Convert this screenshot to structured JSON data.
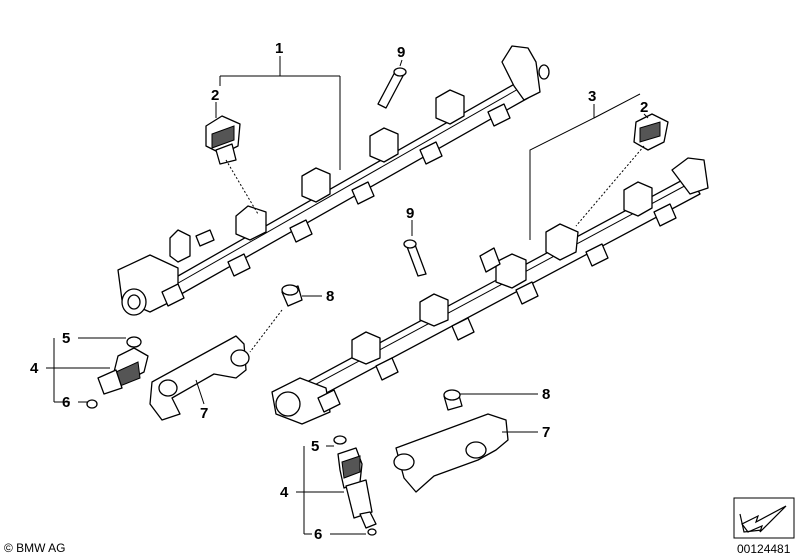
{
  "callouts": {
    "c1": "1",
    "c2a": "2",
    "c2b": "2",
    "c3": "3",
    "c4a": "4",
    "c4b": "4",
    "c5a": "5",
    "c5b": "5",
    "c6a": "6",
    "c6b": "6",
    "c7a": "7",
    "c7b": "7",
    "c8a": "8",
    "c8b": "8",
    "c9a": "9",
    "c9b": "9"
  },
  "footer": {
    "copyright": "© BMW AG",
    "diagram_number": "00124481"
  }
}
